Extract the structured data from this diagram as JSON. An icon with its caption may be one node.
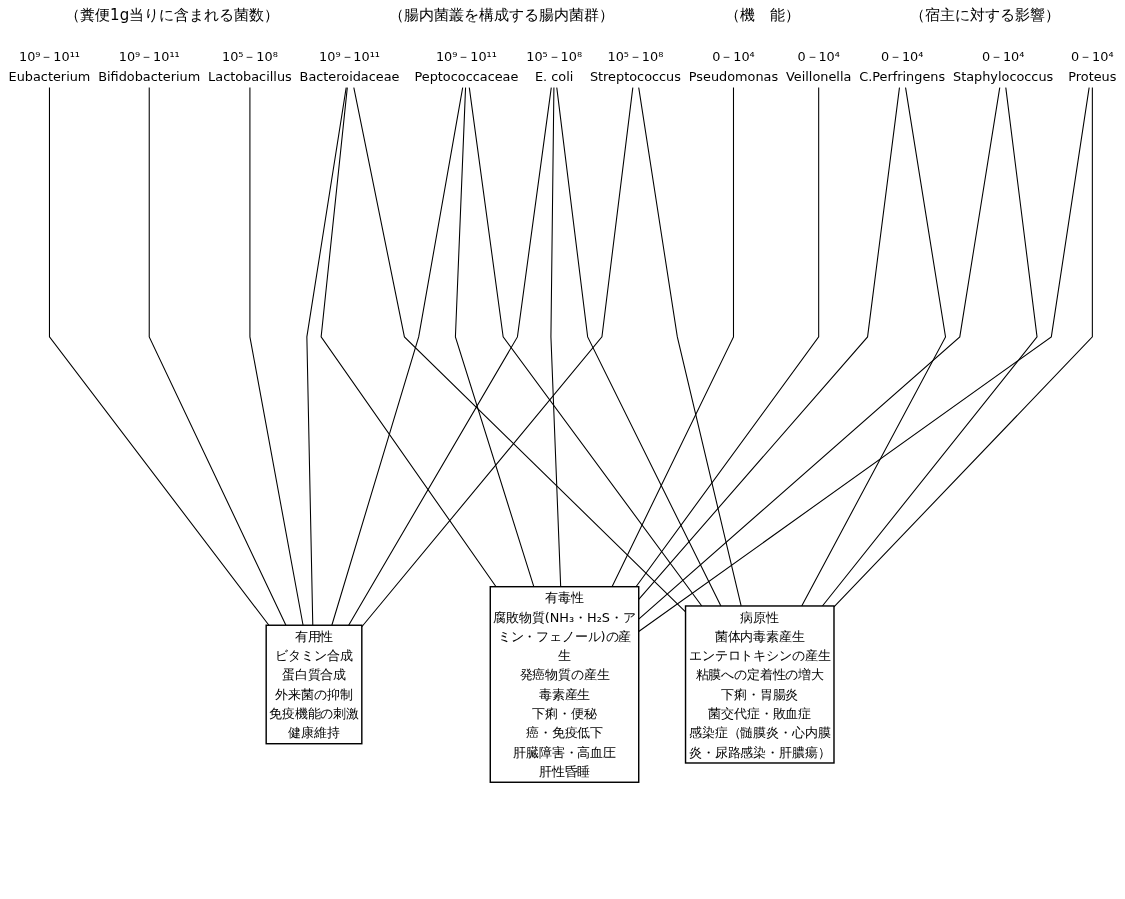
{
  "diagram": {
    "nodes": [
      {
        "text": [
          "10⁹－10¹¹",
          "Eubacterium"
        ]
      },
      {
        "text": [
          "10⁹－10¹¹",
          "Bifidobacterium"
        ]
      },
      {
        "text": [
          "10⁵－10⁸",
          "Lactobacillus"
        ]
      },
      {
        "text": [
          "10⁹－10¹¹",
          "Bacteroidaceae"
        ]
      },
      {
        "text": [
          "10⁹－10¹¹",
          "Peptococcaceae"
        ]
      },
      {
        "text": [
          "10⁵－10⁸",
          "E. coli"
        ]
      },
      {
        "text": [
          "10⁵－10⁸",
          "Streptococcus"
        ]
      },
      {
        "text": [
          "0－10⁴",
          "C.Perfringens"
        ]
      },
      {
        "text": [
          "0－10⁴",
          "Staphylococcus"
        ]
      },
      {
        "text": [
          "0－10⁴",
          "Proteus"
        ]
      },
      {
        "text": [
          "0－10⁴",
          "Pseudomonas"
        ]
      },
      {
        "text": [
          "0－10⁴",
          "Veillonella"
        ]
      },
      {
        "text": [
          "有用性",
          "ビタミン合成",
          "蛋白質合成",
          "外来菌の抑制",
          "免疫機能の刺激",
          "健康維持"
        ]
      },
      {
        "text": [
          "有毒性",
          "腐敗物質(NH₃・H₂S・アミン・フェノール)の産生",
          "発癌物質の産生",
          "毒素産生",
          "下痢・便秘",
          "癌・免疫低下",
          "肝臓障害・高血圧",
          "肝性昏睡"
        ]
      },
      {
        "text": [
          "病原性",
          "菌体内毒素産生",
          "エンテロトキシンの産生",
          "粘膜への定着性の増大",
          "下痢・胃腸炎",
          "菌交代症・敗血症",
          "感染症（髄膜炎・心内膜炎・尿路感染・肝膿瘍）"
        ]
      }
    ],
    "edges": [
      {
        "from": 0,
        "to": 12,
        "arrow": "none"
      },
      {
        "from": 1,
        "to": 12,
        "arrow": "none"
      },
      {
        "from": 2,
        "to": 12,
        "arrow": "none"
      },
      {
        "from": 3,
        "to": 12,
        "arrow": "none"
      },
      {
        "from": 3,
        "to": 13,
        "arrow": "none"
      },
      {
        "from": 3,
        "to": 14,
        "arrow": "none"
      },
      {
        "from": 4,
        "to": 12,
        "arrow": "none"
      },
      {
        "from": 4,
        "to": 13,
        "arrow": "none"
      },
      {
        "from": 4,
        "to": 14,
        "arrow": "none"
      },
      {
        "from": 5,
        "to": 12,
        "arrow": "none"
      },
      {
        "from": 5,
        "to": 13,
        "arrow": "none"
      },
      {
        "from": 5,
        "to": 14,
        "arrow": "none"
      },
      {
        "from": 6,
        "to": 12,
        "arrow": "none"
      },
      {
        "from": 6,
        "to": 14,
        "arrow": "none"
      },
      {
        "from": 7,
        "to": 13,
        "arrow": "none"
      },
      {
        "from": 7,
        "to": 14,
        "arrow": "none"
      },
      {
        "from": 8,
        "to": 13,
        "arrow": "none"
      },
      {
        "from": 8,
        "to": 14,
        "arrow": "none"
      },
      {
        "from": 9,
        "to": 13,
        "arrow": "none"
      },
      {
        "from": 9,
        "to": 14,
        "arrow": "none"
      },
      {
        "from": 10,
        "to": 13,
        "arrow": "none"
      },
      {
        "from": 11,
        "to": 13,
        "arrow": "none"
      }
    ],
    "labels": [
      "（糞便1g当りに含まれる菌数）",
      "（腸内菌叢を構成する腸内菌群）",
      "（機　能）",
      "（宿主に対する影響）"
    ]
  }
}
